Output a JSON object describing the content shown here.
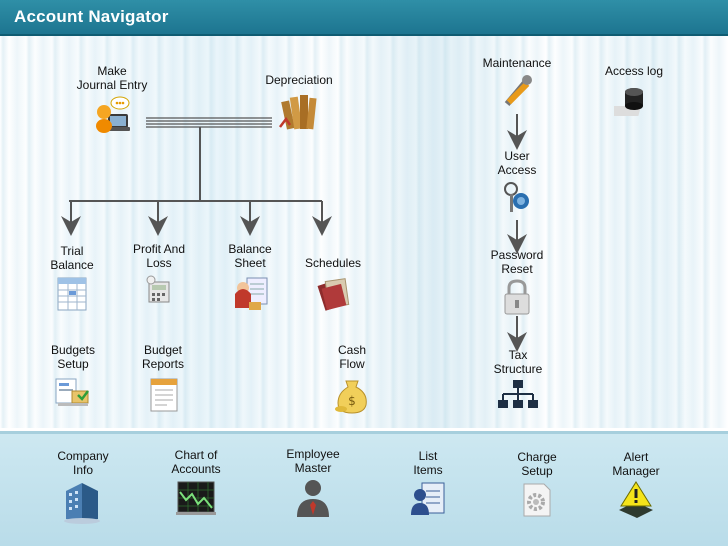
{
  "window": {
    "title": "Account Navigator"
  },
  "workspace": {
    "nodes": {
      "journal": "Make\nJournal Entry",
      "depreciation": "Depreciation",
      "trial_balance": "Trial\nBalance",
      "profit_loss": "Profit And\nLoss",
      "balance_sheet": "Balance\nSheet",
      "schedules": "Schedules",
      "budgets_setup": "Budgets\nSetup",
      "budget_reports": "Budget\nReports",
      "cash_flow": "Cash\nFlow",
      "maintenance": "Maintenance",
      "access_log": "Access log",
      "user_access": "User\nAccess",
      "password_reset": "Password\nReset",
      "tax_structure": "Tax\nStructure"
    }
  },
  "bottom": {
    "company_info": "Company\nInfo",
    "chart_of_accounts": "Chart of\nAccounts",
    "employee_master": "Employee\nMaster",
    "list_items": "List\nItems",
    "charge_setup": "Charge\nSetup",
    "alert_manager": "Alert\nManager"
  },
  "colors": {
    "titlebar": "#1d7590",
    "connector": "#555555",
    "bottombar": "#c4e2ee"
  }
}
